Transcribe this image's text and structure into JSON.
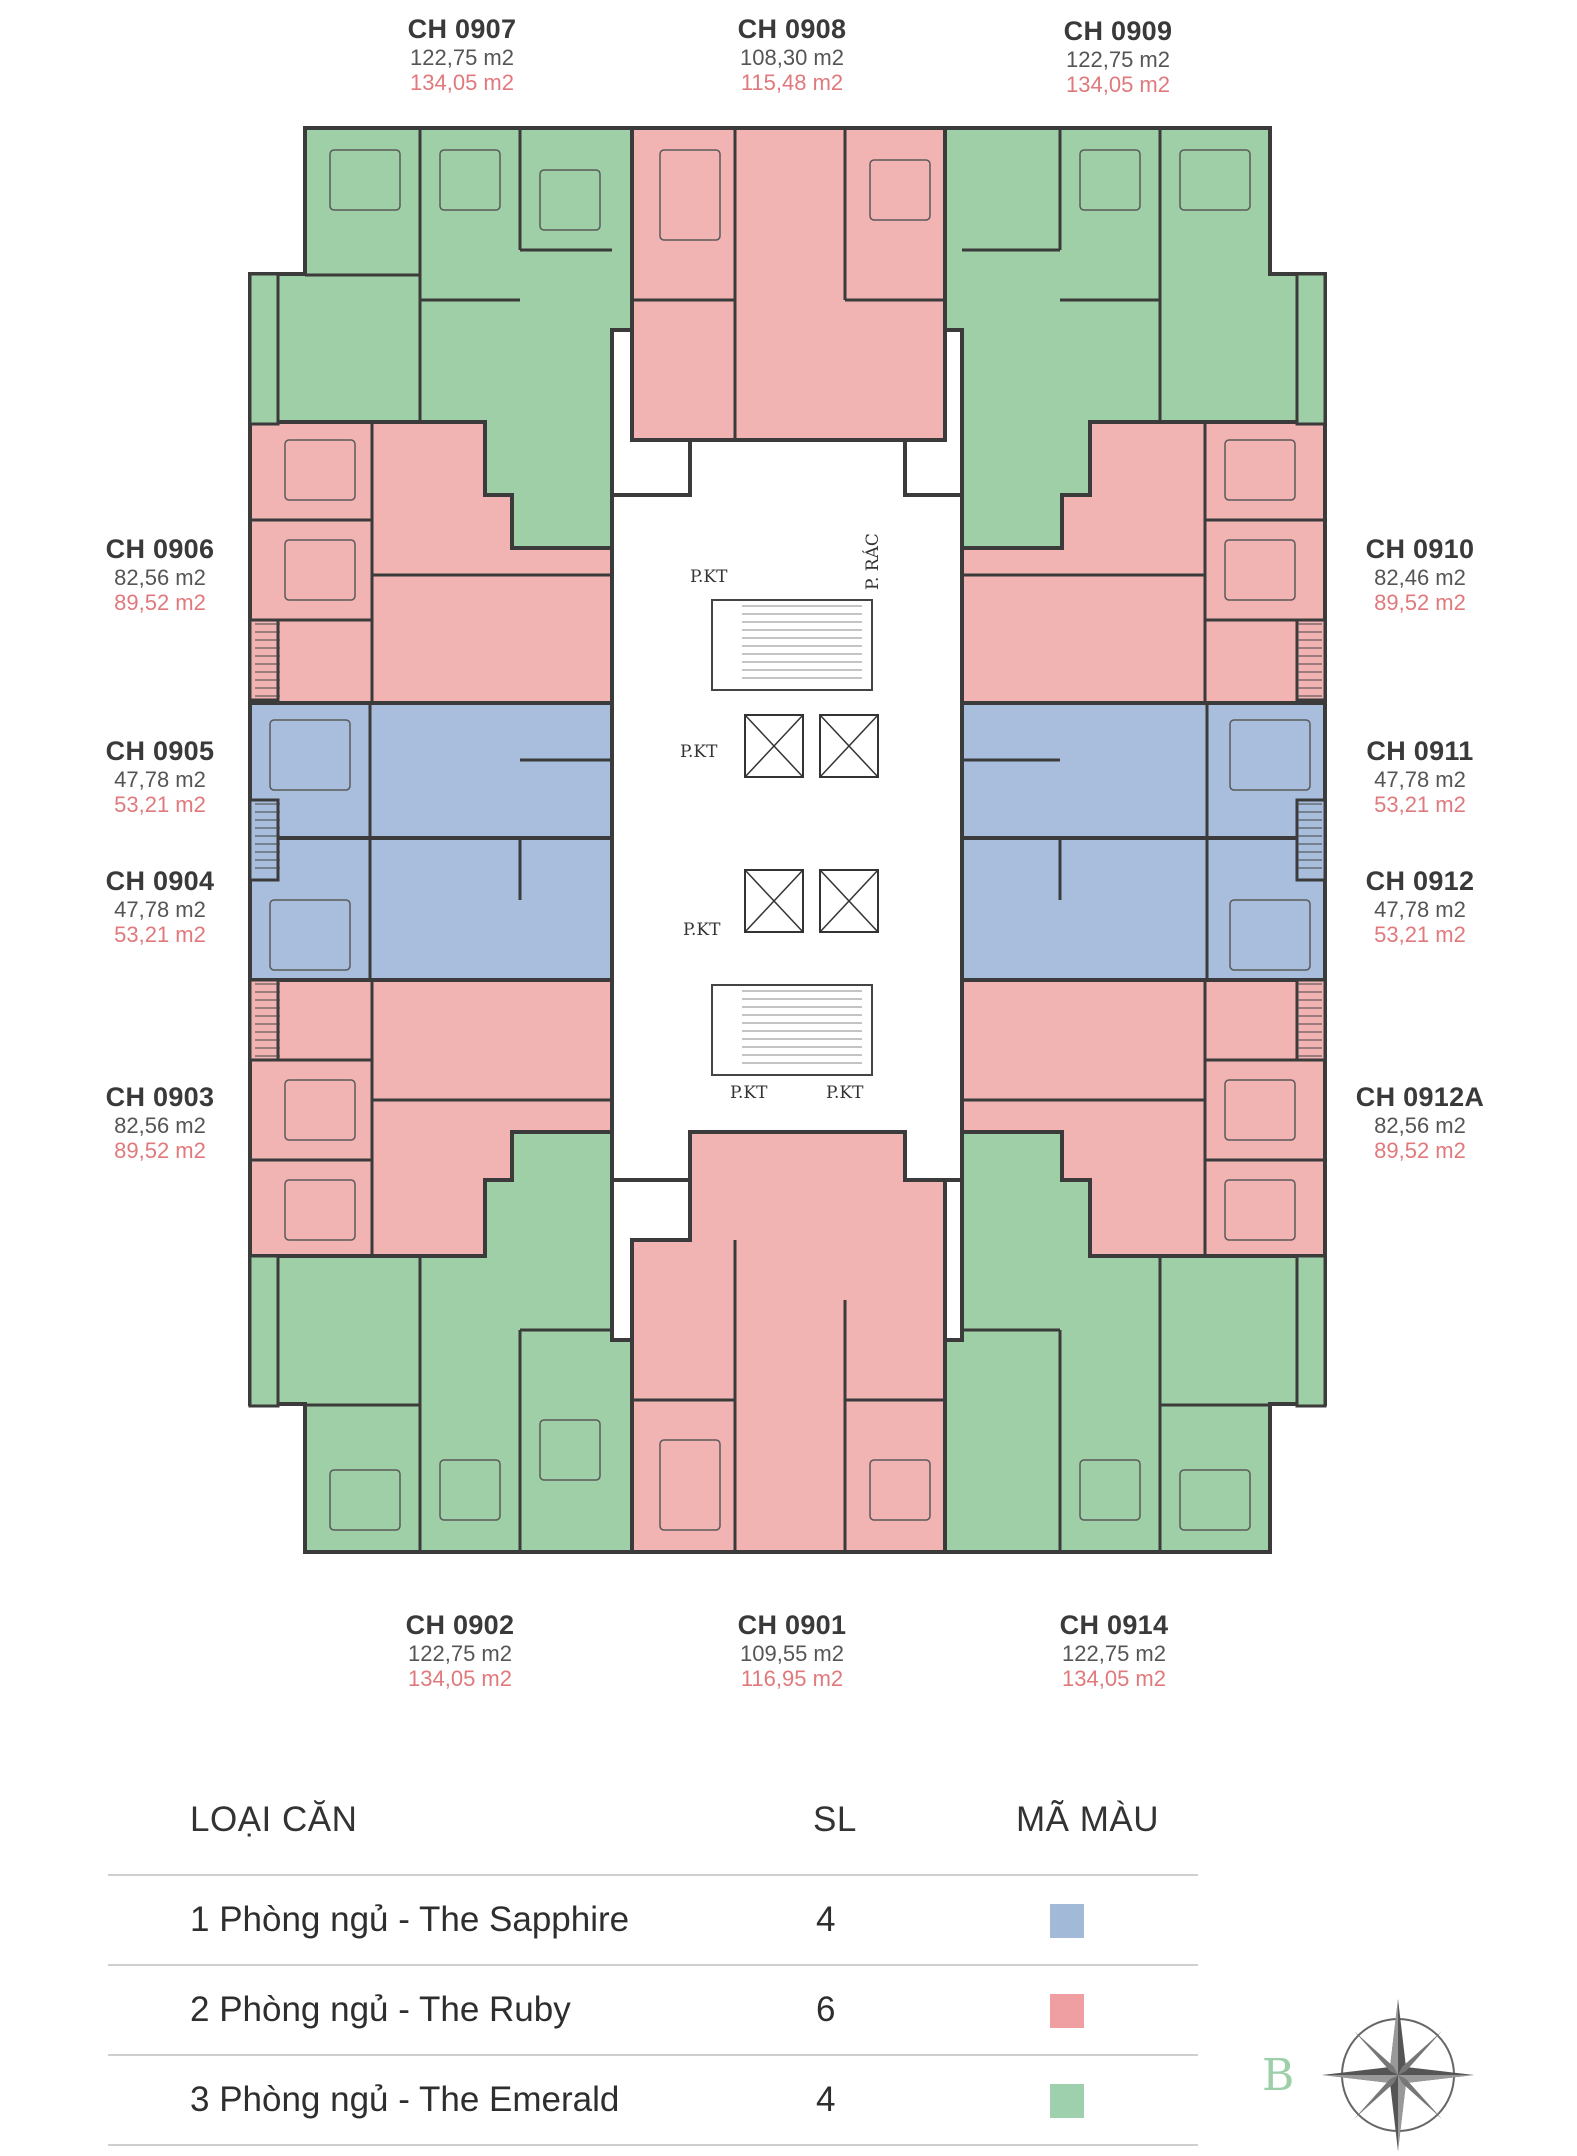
{
  "units": [
    {
      "id": "0907",
      "code": "CH 0907",
      "area_net": "122,75 m2",
      "area_gross": "134,05 m2",
      "type": "emerald"
    },
    {
      "id": "0908",
      "code": "CH 0908",
      "area_net": "108,30 m2",
      "area_gross": "115,48 m2",
      "type": "ruby"
    },
    {
      "id": "0909",
      "code": "CH 0909",
      "area_net": "122,75 m2",
      "area_gross": "134,05 m2",
      "type": "emerald"
    },
    {
      "id": "0906",
      "code": "CH 0906",
      "area_net": "82,56 m2",
      "area_gross": "89,52 m2",
      "type": "ruby"
    },
    {
      "id": "0910",
      "code": "CH 0910",
      "area_net": "82,46 m2",
      "area_gross": "89,52 m2",
      "type": "ruby"
    },
    {
      "id": "0905",
      "code": "CH 0905",
      "area_net": "47,78 m2",
      "area_gross": "53,21 m2",
      "type": "sapphire"
    },
    {
      "id": "0911",
      "code": "CH 0911",
      "area_net": "47,78 m2",
      "area_gross": "53,21 m2",
      "type": "sapphire"
    },
    {
      "id": "0904",
      "code": "CH 0904",
      "area_net": "47,78 m2",
      "area_gross": "53,21 m2",
      "type": "sapphire"
    },
    {
      "id": "0912",
      "code": "CH 0912",
      "area_net": "47,78 m2",
      "area_gross": "53,21 m2",
      "type": "sapphire"
    },
    {
      "id": "0903",
      "code": "CH 0903",
      "area_net": "82,56 m2",
      "area_gross": "89,52 m2",
      "type": "ruby"
    },
    {
      "id": "0912A",
      "code": "CH 0912A",
      "area_net": "82,56 m2",
      "area_gross": "89,52 m2",
      "type": "ruby"
    },
    {
      "id": "0902",
      "code": "CH 0902",
      "area_net": "122,75 m2",
      "area_gross": "134,05 m2",
      "type": "emerald"
    },
    {
      "id": "0901",
      "code": "CH 0901",
      "area_net": "109,55 m2",
      "area_gross": "116,95 m2",
      "type": "ruby"
    },
    {
      "id": "0914",
      "code": "CH 0914",
      "area_net": "122,75 m2",
      "area_gross": "134,05 m2",
      "type": "emerald"
    }
  ],
  "core_labels": {
    "pkt": "P.KT",
    "prac": "P. RÁC"
  },
  "colors": {
    "sapphire": "#a9bedc",
    "ruby": "#f2b3b3",
    "emerald": "#9fcfa6",
    "wall": "#3b3b3b",
    "core": "#ffffff"
  },
  "legend": {
    "headers": {
      "type": "LOẠI CĂN",
      "count": "SL",
      "color": "MÃ MÀU"
    },
    "rows": [
      {
        "name": "1 Phòng ngủ - The Sapphire",
        "count": "4",
        "color": "#a3b9d8"
      },
      {
        "name": "2 Phòng ngủ - The Ruby",
        "count": "6",
        "color": "#ef9fa2"
      },
      {
        "name": "3 Phòng ngủ - The Emerald",
        "count": "4",
        "color": "#9fd0ad"
      }
    ]
  },
  "block_mark": "B",
  "compass": "compass-rose-icon"
}
